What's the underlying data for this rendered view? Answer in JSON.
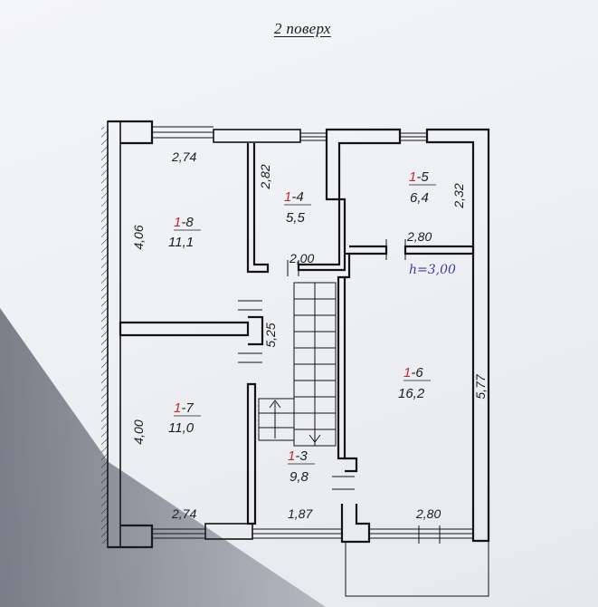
{
  "floor_title": "2 поверх",
  "rooms": [
    {
      "id_prefix": "1",
      "id_suffix": "-8",
      "area": "11,1"
    },
    {
      "id_prefix": "1",
      "id_suffix": "-7",
      "area": "11,0"
    },
    {
      "id_prefix": "1",
      "id_suffix": "-4",
      "area": "5,5"
    },
    {
      "id_prefix": "1",
      "id_suffix": "-5",
      "area": "6,4"
    },
    {
      "id_prefix": "1",
      "id_suffix": "-6",
      "area": "16,2"
    },
    {
      "id_prefix": "1",
      "id_suffix": "-3",
      "area": "9,8"
    }
  ],
  "dimensions": [
    "2,74",
    "4,06",
    "2,82",
    "2,32",
    "2,80",
    "2,00",
    "5,25",
    "5,77",
    "4,00",
    "2,74",
    "1,87",
    "2,80"
  ],
  "height_note": "h=3,00",
  "colors": {
    "room_id_color": "#c8282e",
    "note_color": "#3b3ba8",
    "wall_color": "#141414"
  }
}
